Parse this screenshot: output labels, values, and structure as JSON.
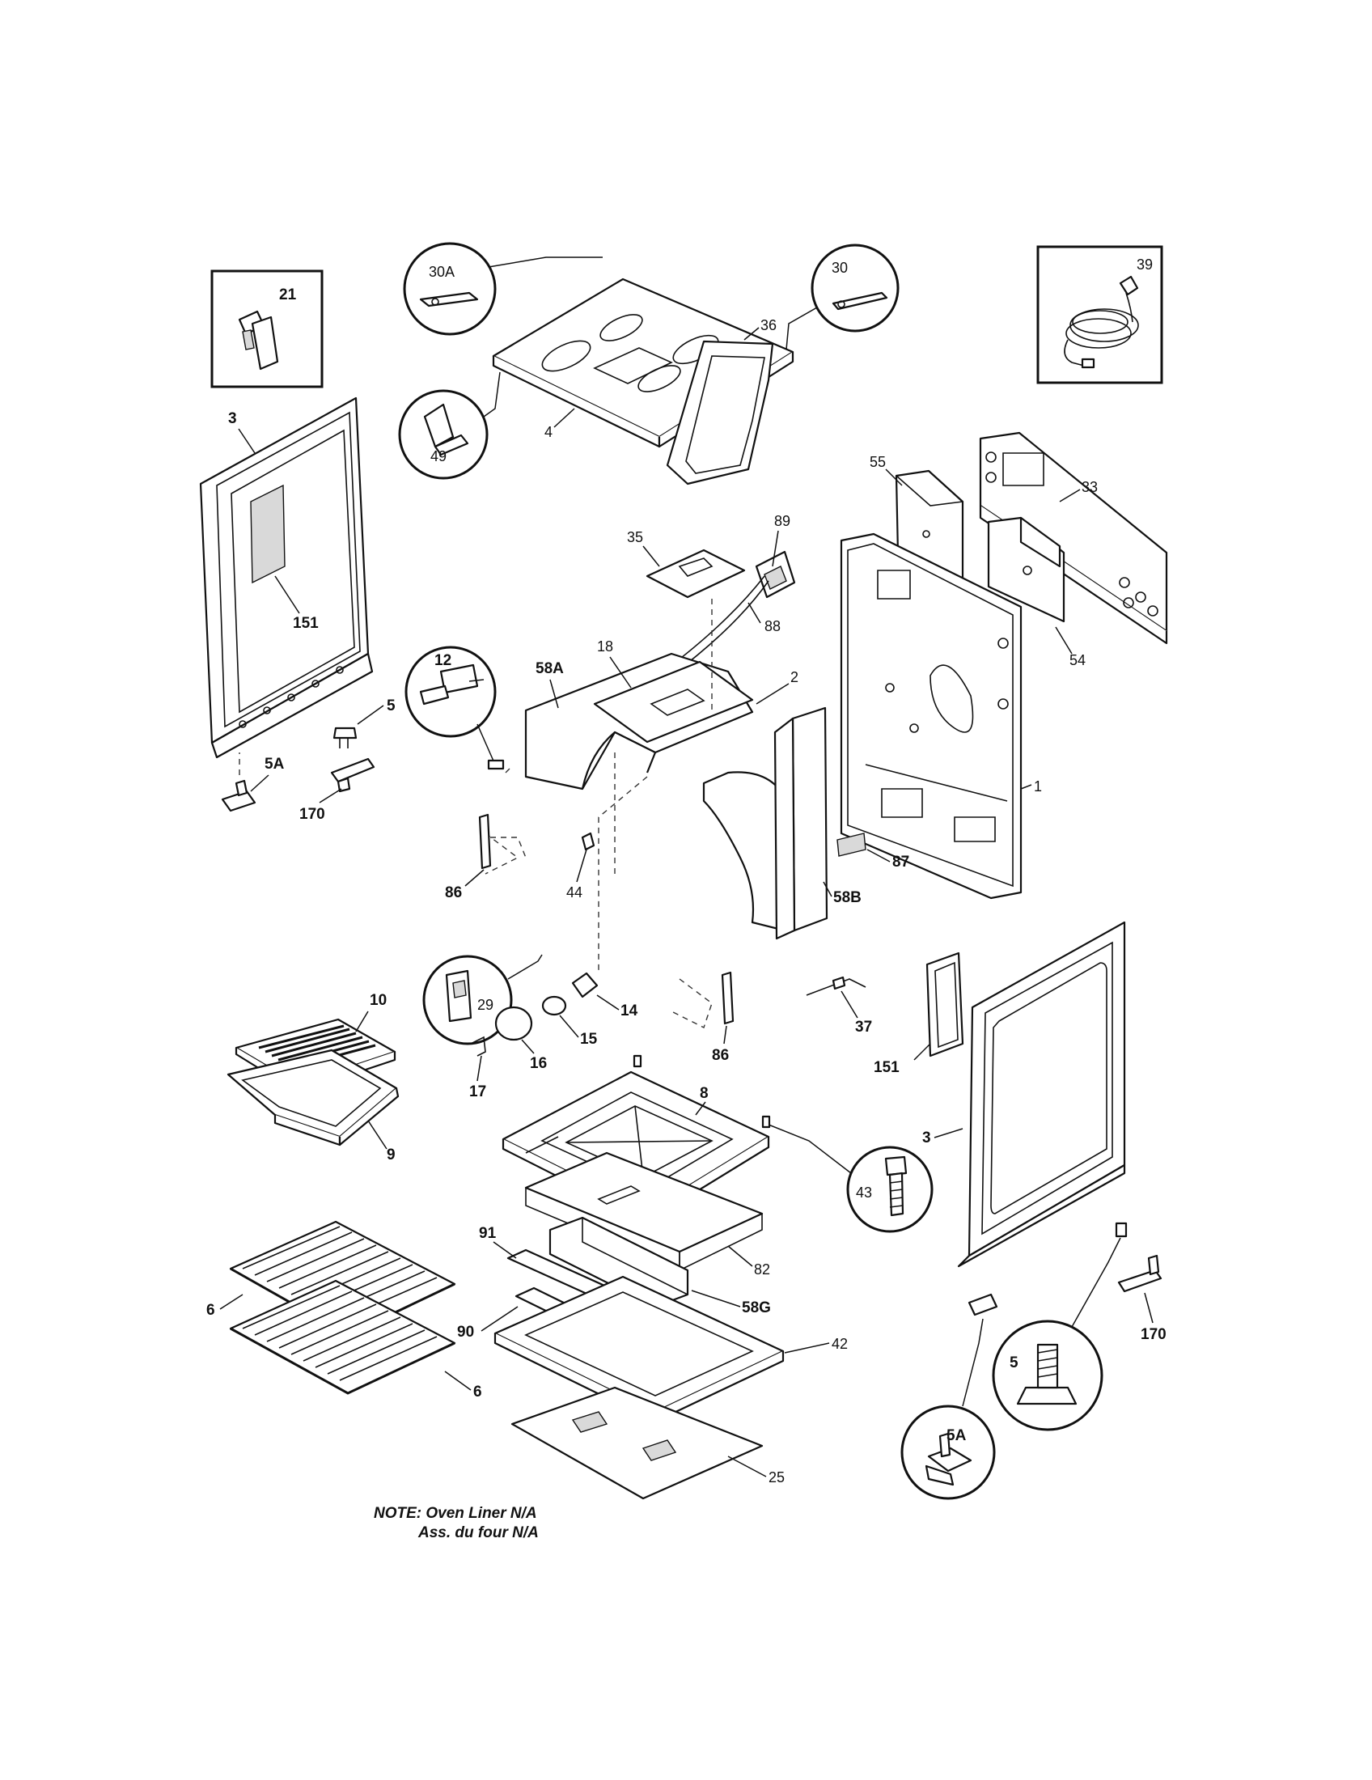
{
  "labels": {
    "l21": "21",
    "l30A": "30A",
    "l30": "30",
    "l39": "39",
    "l49": "49",
    "l4": "4",
    "l3a": "3",
    "l151a": "151",
    "l5": "5",
    "l5Aa": "5A",
    "l170a": "170",
    "l12": "12",
    "l36": "36",
    "l35": "35",
    "l89": "89",
    "l88": "88",
    "l18": "18",
    "l58A": "58A",
    "l2": "2",
    "l55": "55",
    "l33": "33",
    "l54": "54",
    "l1": "1",
    "l87": "87",
    "l58B": "58B",
    "l86a": "86",
    "l44": "44",
    "l29": "29",
    "l14": "14",
    "l15": "15",
    "l16": "16",
    "l17": "17",
    "l86b": "86",
    "l37": "37",
    "l151b": "151",
    "l3b": "3",
    "l10": "10",
    "l9": "9",
    "l8": "8",
    "l43": "43",
    "l82": "82",
    "l91": "91",
    "l6a": "6",
    "l90": "90",
    "l58G": "58G",
    "l42": "42",
    "l6b": "6",
    "l25": "25",
    "l5b": "5",
    "l5Ab": "5A",
    "l170b": "170"
  },
  "note": {
    "line1": "NOTE: Oven Liner N/A",
    "line2": "Ass. du four N/A"
  }
}
